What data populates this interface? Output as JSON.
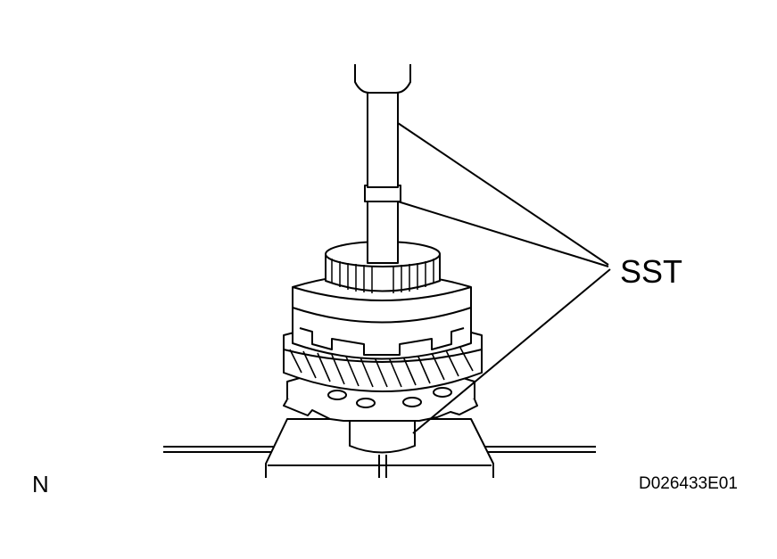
{
  "figure": {
    "callout_label": "SST",
    "corner_label": "N",
    "figure_code": "D026433E01"
  },
  "colors": {
    "ink": "#000000",
    "paper": "#ffffff"
  }
}
